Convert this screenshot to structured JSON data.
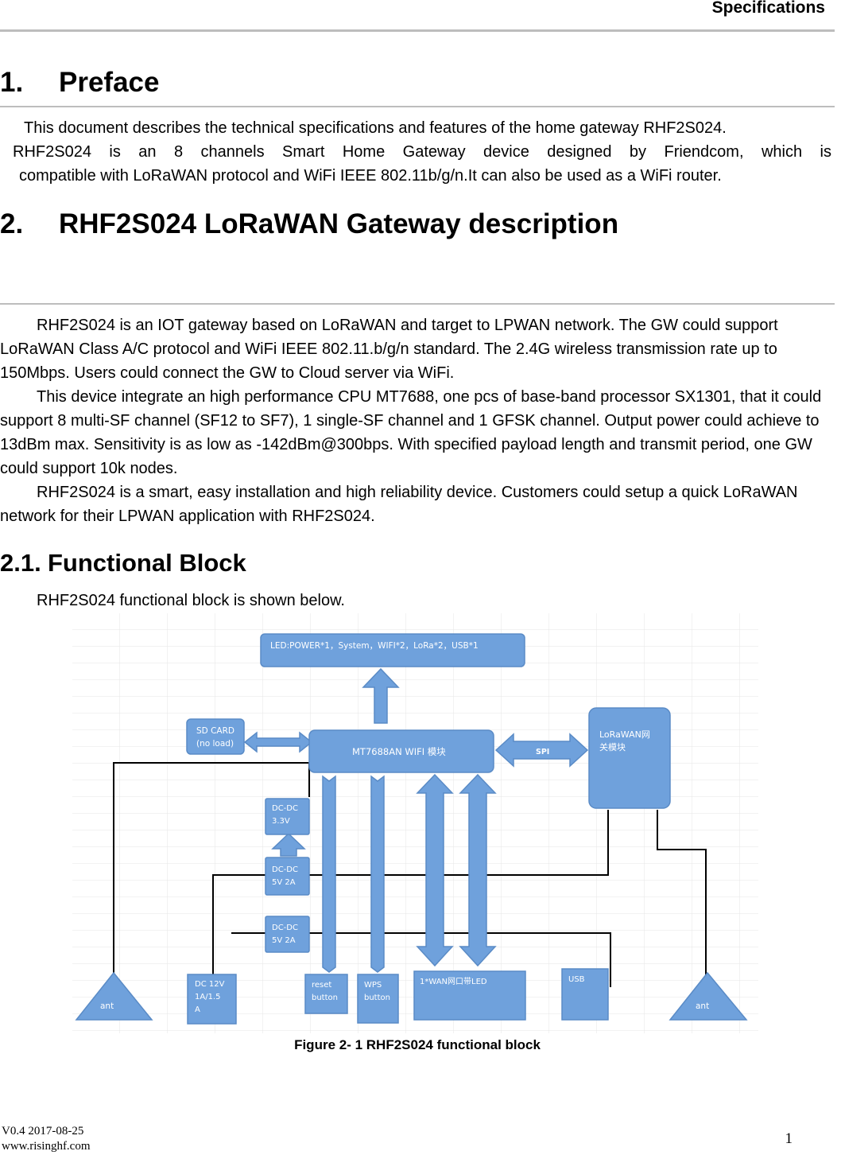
{
  "header": {
    "title": "Specifications"
  },
  "sections": {
    "preface": {
      "number": "1.",
      "title": "Preface",
      "lines": [
        "This document describes the technical specifications and features of the home gateway RHF2S024.",
        "RHF2S024 is an 8 channels Smart Home Gateway device designed by Friendcom, which is",
        "compatible with LoRaWAN protocol and WiFi IEEE 802.11b/g/n.It can also be used as a WiFi router."
      ]
    },
    "description": {
      "number": "2.",
      "title": "RHF2S024 LoRaWAN Gateway description",
      "paragraphs": [
        "RHF2S024 is an IOT gateway based on LoRaWAN and target to LPWAN network. The GW could support LoRaWAN Class A/C protocol and WiFi IEEE 802.11.b/g/n standard. The 2.4G wireless transmission rate up to 150Mbps. Users could connect the GW to Cloud server via WiFi.",
        "This device integrate an high performance CPU MT7688, one pcs of base-band processor SX1301, that it could support 8 multi-SF channel (SF12 to SF7), 1 single-SF channel and 1 GFSK channel. Output power could achieve to 13dBm max. Sensitivity is as low as -142dBm@300bps. With specified payload length and transmit period, one GW could support 10k nodes.",
        "RHF2S024 is a smart, easy installation and high reliability device. Customers could setup a quick LoRaWAN network for their LPWAN application with RHF2S024."
      ]
    },
    "functional_block": {
      "number": "2.1.",
      "title": "Functional Block",
      "intro": "RHF2S024 functional block is shown below.",
      "caption": "Figure 2- 1 RHF2S024 functional block"
    }
  },
  "diagram": {
    "led": "LED:POWER*1，System，WIFI*2，LoRa*2，USB*1",
    "sd_card": [
      "SD CARD",
      "(no load)"
    ],
    "mt7688": "MT7688AN WIFI 模块",
    "spi": "SPI",
    "lorawan": [
      "LoRaWAN网",
      "关模块"
    ],
    "dcdc_33": [
      "DC-DC",
      "3.3V"
    ],
    "dcdc_5v_a": [
      "DC-DC",
      "5V 2A"
    ],
    "dcdc_5v_b": [
      "DC-DC",
      "5V 2A"
    ],
    "ant_left": "ant",
    "ant_right": "ant",
    "dc12": [
      "DC 12V",
      "1A/1.5",
      "A"
    ],
    "reset": [
      "reset",
      "button"
    ],
    "wps": [
      "WPS",
      "button"
    ],
    "wan": "1*WAN网口带LED",
    "usb": "USB",
    "colors": {
      "box_fill": "#6fa1dc",
      "box_stroke": "#5a8bc6",
      "line": "#000000"
    }
  },
  "footer": {
    "version": "V0.4 2017-08-25",
    "website": "www.risinghf.com",
    "page": "1"
  }
}
